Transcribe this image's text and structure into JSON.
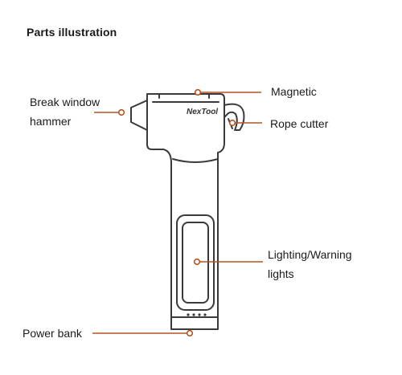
{
  "title": "Parts illustration",
  "brand": "NexTool",
  "colors": {
    "leader": "#b5541f",
    "outline": "#3a3a3a"
  },
  "callouts": {
    "break_window_hammer": "Break window hammer",
    "magnetic": "Magnetic",
    "rope_cutter": "Rope cutter",
    "lighting": "Lighting/Warning lights",
    "power_bank": "Power bank"
  }
}
